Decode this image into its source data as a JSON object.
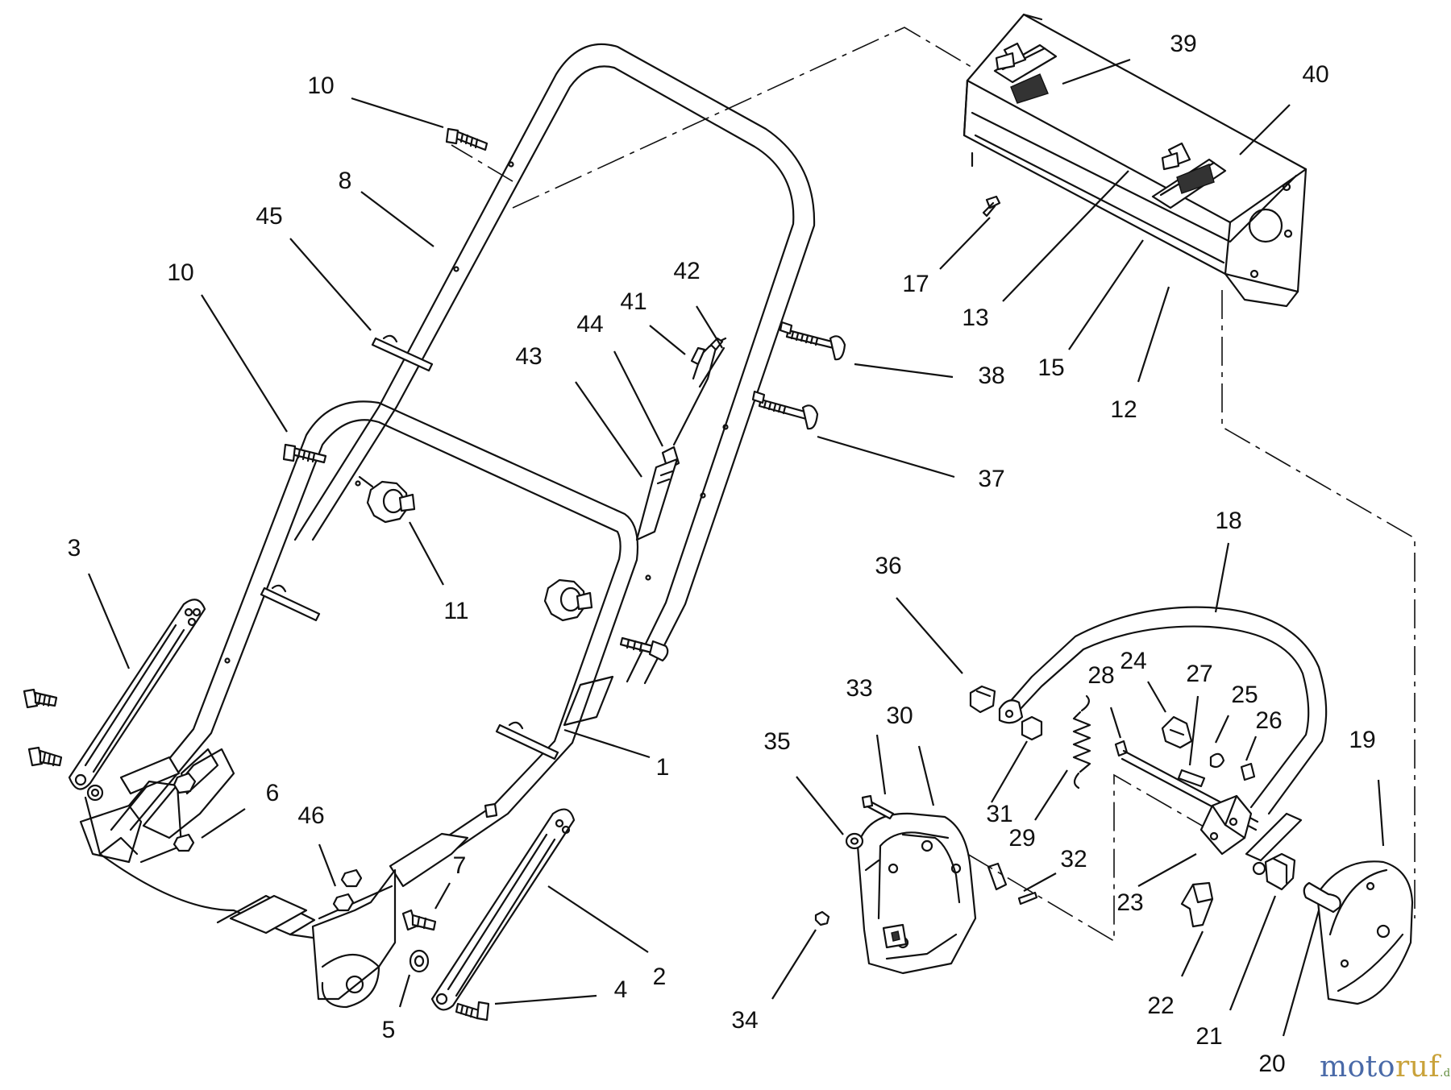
{
  "diagram": {
    "callouts": [
      "1",
      "2",
      "3",
      "4",
      "5",
      "6",
      "7",
      "8",
      "10",
      "10",
      "11",
      "12",
      "13",
      "15",
      "17",
      "18",
      "19",
      "20",
      "21",
      "22",
      "23",
      "24",
      "25",
      "26",
      "27",
      "28",
      "29",
      "30",
      "31",
      "32",
      "33",
      "34",
      "35",
      "36",
      "37",
      "38",
      "39",
      "40",
      "41",
      "42",
      "43",
      "44",
      "45",
      "46"
    ]
  },
  "watermark": {
    "part_a": "moto",
    "part_b": "ruf",
    "part_c": ".de"
  }
}
